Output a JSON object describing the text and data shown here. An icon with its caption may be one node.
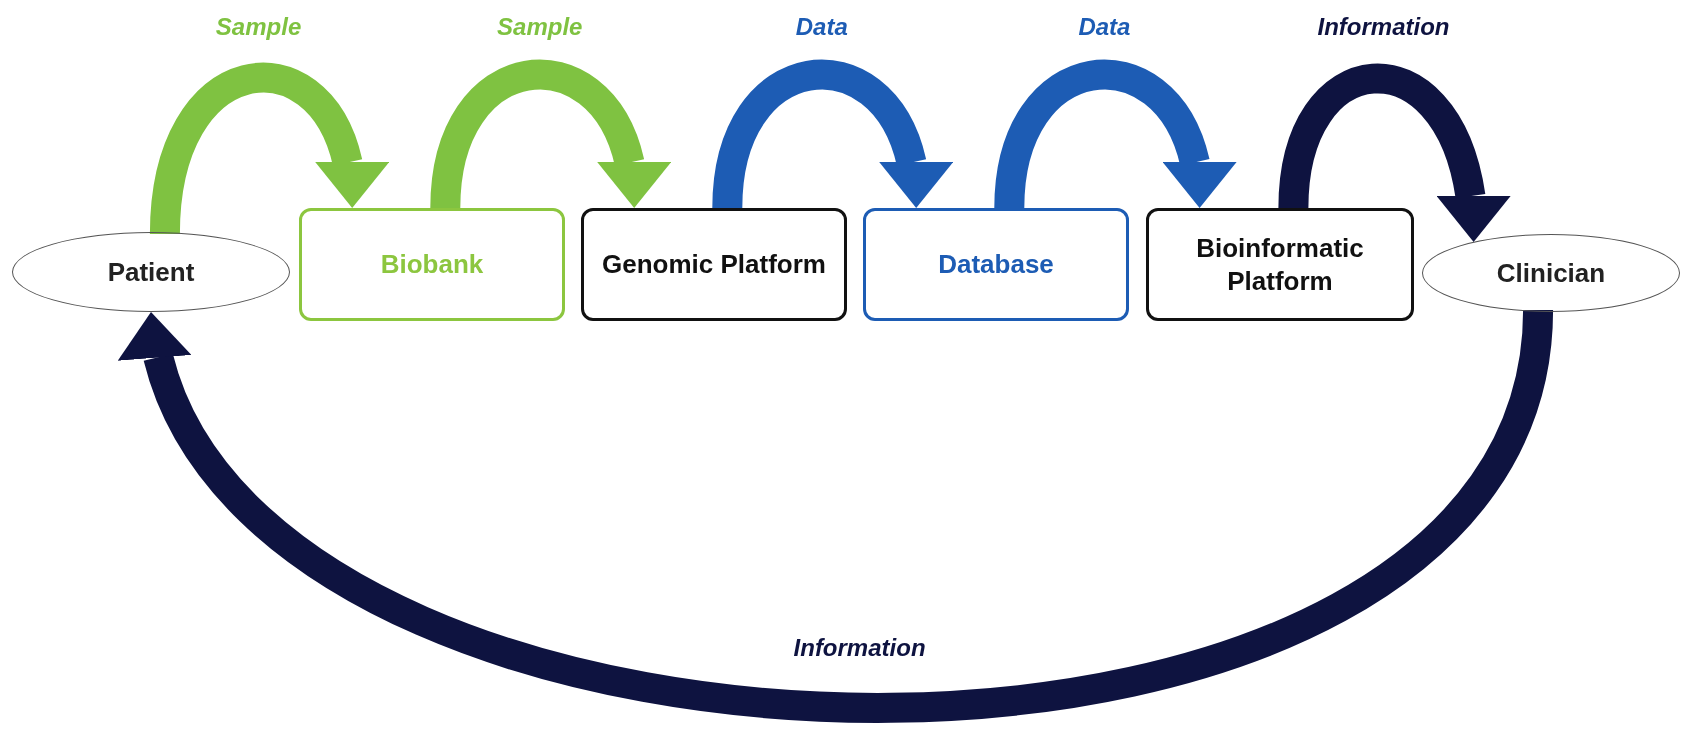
{
  "diagram": {
    "nodes": [
      {
        "text": [
          "Patient"
        ]
      },
      {
        "text": [
          "Biobank"
        ]
      },
      {
        "text": [
          "Genomic Platform"
        ]
      },
      {
        "text": [
          "Database"
        ]
      },
      {
        "text": [
          "Bioinformatic Platform"
        ]
      },
      {
        "text": [
          "Clinician"
        ]
      }
    ],
    "edges": [
      {
        "from": 0,
        "to": 1,
        "arrow": "to",
        "label": "Sample",
        "color": "#7fc241"
      },
      {
        "from": 1,
        "to": 2,
        "arrow": "to",
        "label": "Sample",
        "color": "#7fc241"
      },
      {
        "from": 2,
        "to": 3,
        "arrow": "to",
        "label": "Data",
        "color": "#1d5cb4"
      },
      {
        "from": 3,
        "to": 4,
        "arrow": "to",
        "label": "Data",
        "color": "#1d5cb4"
      },
      {
        "from": 4,
        "to": 5,
        "arrow": "to",
        "label": "Information",
        "color": "#0e1340"
      },
      {
        "from": 5,
        "to": 0,
        "arrow": "to",
        "label": "Information",
        "color": "#0e1340"
      }
    ]
  }
}
